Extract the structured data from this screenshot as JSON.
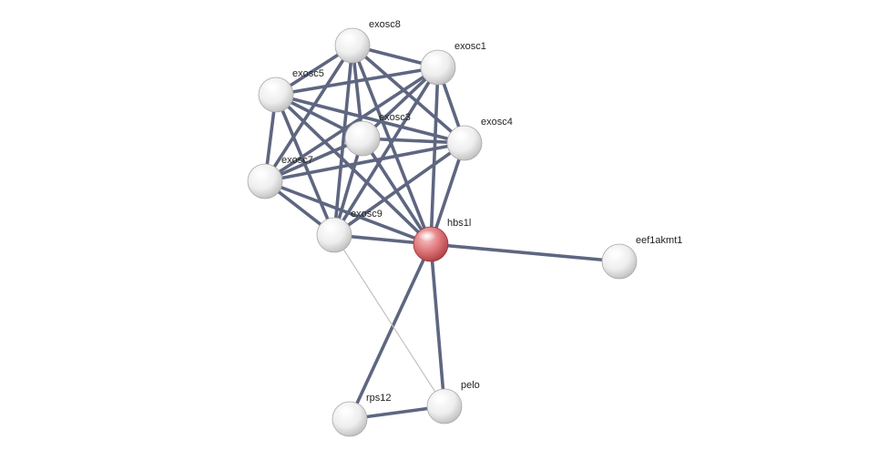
{
  "colors": {
    "edge_strong": "#5e6680",
    "edge_weak": "#c2c2c2",
    "node_default": "#eeeeee",
    "node_query": "#e07a7d"
  },
  "nodes": [
    {
      "id": "exosc8",
      "label": "exosc8",
      "query": false
    },
    {
      "id": "exosc1",
      "label": "exosc1",
      "query": false
    },
    {
      "id": "exosc5",
      "label": "exosc5",
      "query": false
    },
    {
      "id": "exosc3",
      "label": "exosc3",
      "query": false
    },
    {
      "id": "exosc4",
      "label": "exosc4",
      "query": false
    },
    {
      "id": "exosc7",
      "label": "exosc7",
      "query": false
    },
    {
      "id": "exosc9",
      "label": "exosc9",
      "query": false
    },
    {
      "id": "hbs1l",
      "label": "hbs1l",
      "query": true
    },
    {
      "id": "eef1akmt1",
      "label": "eef1akmt1",
      "query": false
    },
    {
      "id": "rps12",
      "label": "rps12",
      "query": false
    },
    {
      "id": "pelo",
      "label": "pelo",
      "query": false
    }
  ],
  "edges": [
    {
      "source": "exosc8",
      "target": "exosc1",
      "type": "strong"
    },
    {
      "source": "exosc8",
      "target": "exosc5",
      "type": "strong"
    },
    {
      "source": "exosc8",
      "target": "exosc3",
      "type": "strong"
    },
    {
      "source": "exosc8",
      "target": "exosc4",
      "type": "strong"
    },
    {
      "source": "exosc8",
      "target": "exosc7",
      "type": "strong"
    },
    {
      "source": "exosc8",
      "target": "exosc9",
      "type": "strong"
    },
    {
      "source": "exosc8",
      "target": "hbs1l",
      "type": "strong"
    },
    {
      "source": "exosc1",
      "target": "exosc5",
      "type": "strong"
    },
    {
      "source": "exosc1",
      "target": "exosc3",
      "type": "strong"
    },
    {
      "source": "exosc1",
      "target": "exosc4",
      "type": "strong"
    },
    {
      "source": "exosc1",
      "target": "exosc7",
      "type": "strong"
    },
    {
      "source": "exosc1",
      "target": "exosc9",
      "type": "strong"
    },
    {
      "source": "exosc1",
      "target": "hbs1l",
      "type": "strong"
    },
    {
      "source": "exosc5",
      "target": "exosc3",
      "type": "strong"
    },
    {
      "source": "exosc5",
      "target": "exosc4",
      "type": "strong"
    },
    {
      "source": "exosc5",
      "target": "exosc7",
      "type": "strong"
    },
    {
      "source": "exosc5",
      "target": "exosc9",
      "type": "strong"
    },
    {
      "source": "exosc5",
      "target": "hbs1l",
      "type": "strong"
    },
    {
      "source": "exosc3",
      "target": "exosc4",
      "type": "strong"
    },
    {
      "source": "exosc3",
      "target": "exosc7",
      "type": "strong"
    },
    {
      "source": "exosc3",
      "target": "exosc9",
      "type": "strong"
    },
    {
      "source": "exosc3",
      "target": "hbs1l",
      "type": "strong"
    },
    {
      "source": "exosc4",
      "target": "exosc7",
      "type": "strong"
    },
    {
      "source": "exosc4",
      "target": "exosc9",
      "type": "strong"
    },
    {
      "source": "exosc4",
      "target": "hbs1l",
      "type": "strong"
    },
    {
      "source": "exosc7",
      "target": "exosc9",
      "type": "strong"
    },
    {
      "source": "exosc7",
      "target": "hbs1l",
      "type": "strong"
    },
    {
      "source": "exosc9",
      "target": "hbs1l",
      "type": "strong"
    },
    {
      "source": "hbs1l",
      "target": "eef1akmt1",
      "type": "strong"
    },
    {
      "source": "hbs1l",
      "target": "rps12",
      "type": "strong"
    },
    {
      "source": "hbs1l",
      "target": "pelo",
      "type": "strong"
    },
    {
      "source": "rps12",
      "target": "pelo",
      "type": "strong"
    },
    {
      "source": "exosc9",
      "target": "pelo",
      "type": "weak"
    }
  ]
}
